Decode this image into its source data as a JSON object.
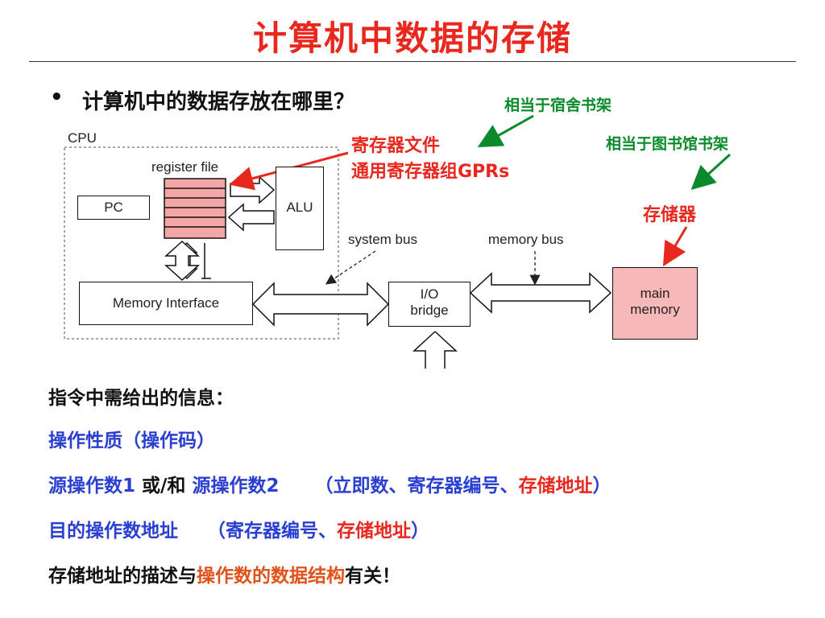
{
  "title": "计算机中数据的存储",
  "bullet": {
    "dot": "•",
    "question": "计算机中的数据存放在哪里？"
  },
  "annotations": {
    "dorm_shelf": "相当于宿舍书架",
    "library_shelf": "相当于图书馆书架",
    "regfile_cn_1": "寄存器文件",
    "regfile_cn_2": "通用寄存器组GPRs",
    "memory_cn": "存储器"
  },
  "diagram": {
    "cpu": "CPU",
    "register_file": "register file",
    "pc": "PC",
    "alu": "ALU",
    "system_bus": "system bus",
    "memory_bus": "memory bus",
    "memory_interface": "Memory Interface",
    "io_bridge_1": "I/O",
    "io_bridge_2": "bridge",
    "main_memory_1": "main",
    "main_memory_2": "memory"
  },
  "body": {
    "line1": "指令中需给出的信息：",
    "line2": "操作性质（操作码）",
    "line3": {
      "a": "源操作数1",
      "b": " 或/和 ",
      "c": "源操作数2",
      "d": "（立即数、寄存器编号、",
      "e": "存储地址",
      "f": "）"
    },
    "line4": {
      "a": "目的操作数地址",
      "b": "（寄存器编号、",
      "c": "存储地址",
      "d": "）"
    },
    "line5": {
      "a": "存储地址的描述与",
      "b": "操作数的数据结构",
      "c": "有关！"
    }
  },
  "colors": {
    "title_red": "#e8281e",
    "annotation_green": "#0a8a2a",
    "body_blue": "#2a3fd0",
    "register_fill": "#f4a6a6",
    "memory_fill": "#f6b8b8"
  }
}
